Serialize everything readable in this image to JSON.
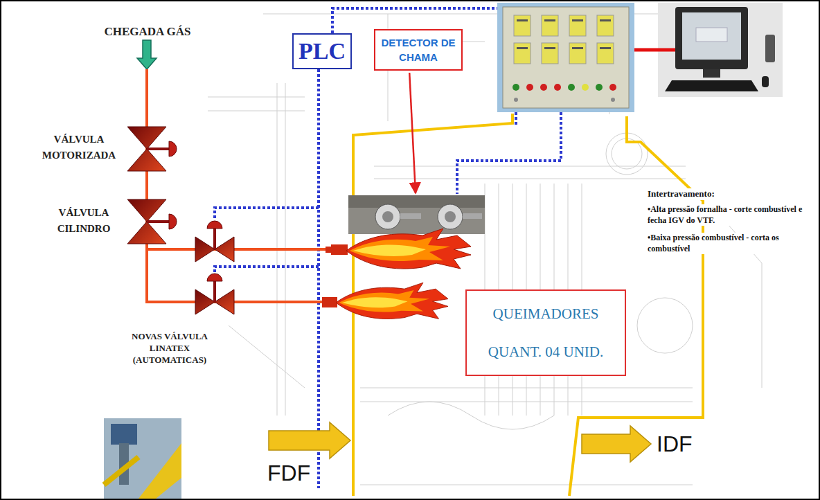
{
  "diagram": {
    "nodes": [
      {
        "text": [
          "PLC"
        ]
      },
      {
        "text": [
          "DETECTOR DE CHAMA"
        ]
      },
      {
        "text": [
          "QUEIMADORES QUANT. 04 UNID."
        ]
      }
    ],
    "labels": [
      "CHEGADA GÁS",
      "VÁLVULA MOTORIZADA",
      "VÁLVULA CILINDRO",
      "Intertravamento:",
      "•Alta pressão fornalha - corte combustível e fecha IGV do VTF.",
      "•Baixa pressão combustível - corta os combustível",
      "NOVAS VÁLVULA LINATEX (AUTOMATICAS)",
      "FDF",
      "IDF"
    ]
  }
}
